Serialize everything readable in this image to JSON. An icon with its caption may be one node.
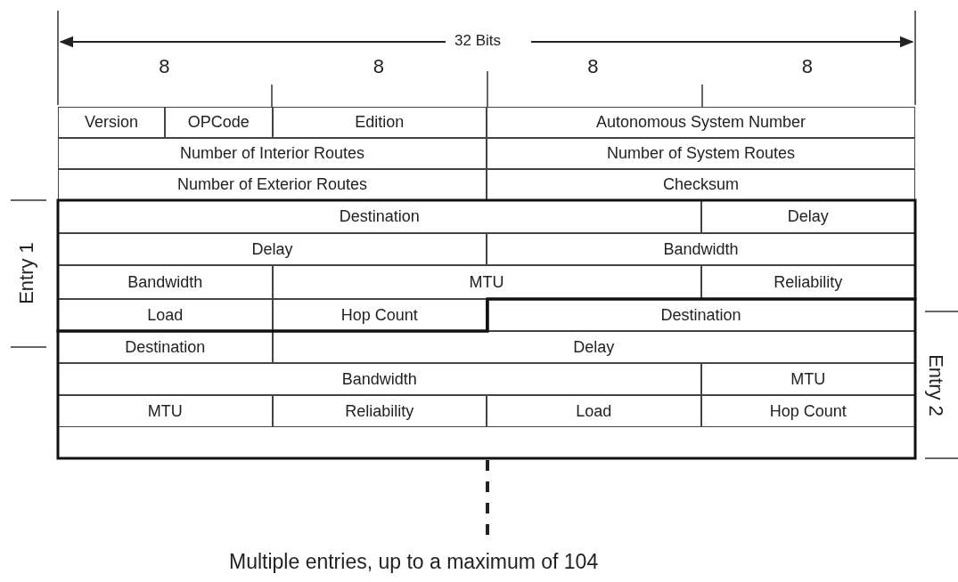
{
  "diagram": {
    "labels": [
      "32 Bits",
      "8",
      "8",
      "8",
      "8",
      "Version",
      "OPCode",
      "Edition",
      "Autonomous System Number",
      "Number of Interior Routes",
      "Number of System Routes",
      "Number of Exterior Routes",
      "Checksum",
      "Destination",
      "Delay",
      "Delay",
      "Bandwidth",
      "Bandwidth",
      "MTU",
      "Reliability",
      "Load",
      "Hop Count",
      "Destination",
      "Destination",
      "Delay",
      "Bandwidth",
      "MTU",
      "MTU",
      "Reliability",
      "Load",
      "Hop Count",
      "Entry 1",
      "Entry 2",
      "Multiple entries, up to a maximum of 104"
    ]
  }
}
